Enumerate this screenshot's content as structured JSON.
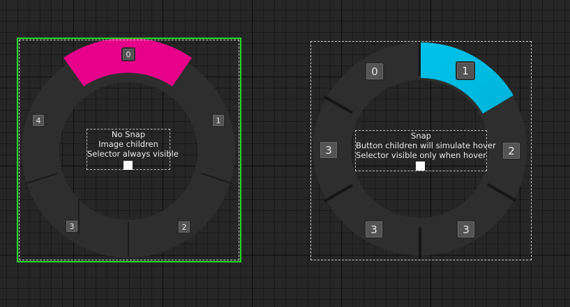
{
  "left_widget": {
    "selected_segment_label": "0",
    "selected_color": "#e6008a",
    "selection_outline_color": "#22dd22",
    "segment_labels": [
      "0",
      "1",
      "2",
      "3",
      "4"
    ],
    "caption": {
      "line1": "No Snap",
      "line2": "Image children",
      "line3": "Selector always visible"
    }
  },
  "right_widget": {
    "selected_segment_label": "1",
    "selected_color": "#00bde6",
    "segment_labels": [
      "0",
      "1",
      "2",
      "3",
      "3",
      "3"
    ],
    "caption": {
      "line1": "Snap",
      "line2": "Button children will simulate hover",
      "line3": "Selector visible only when hover"
    }
  }
}
